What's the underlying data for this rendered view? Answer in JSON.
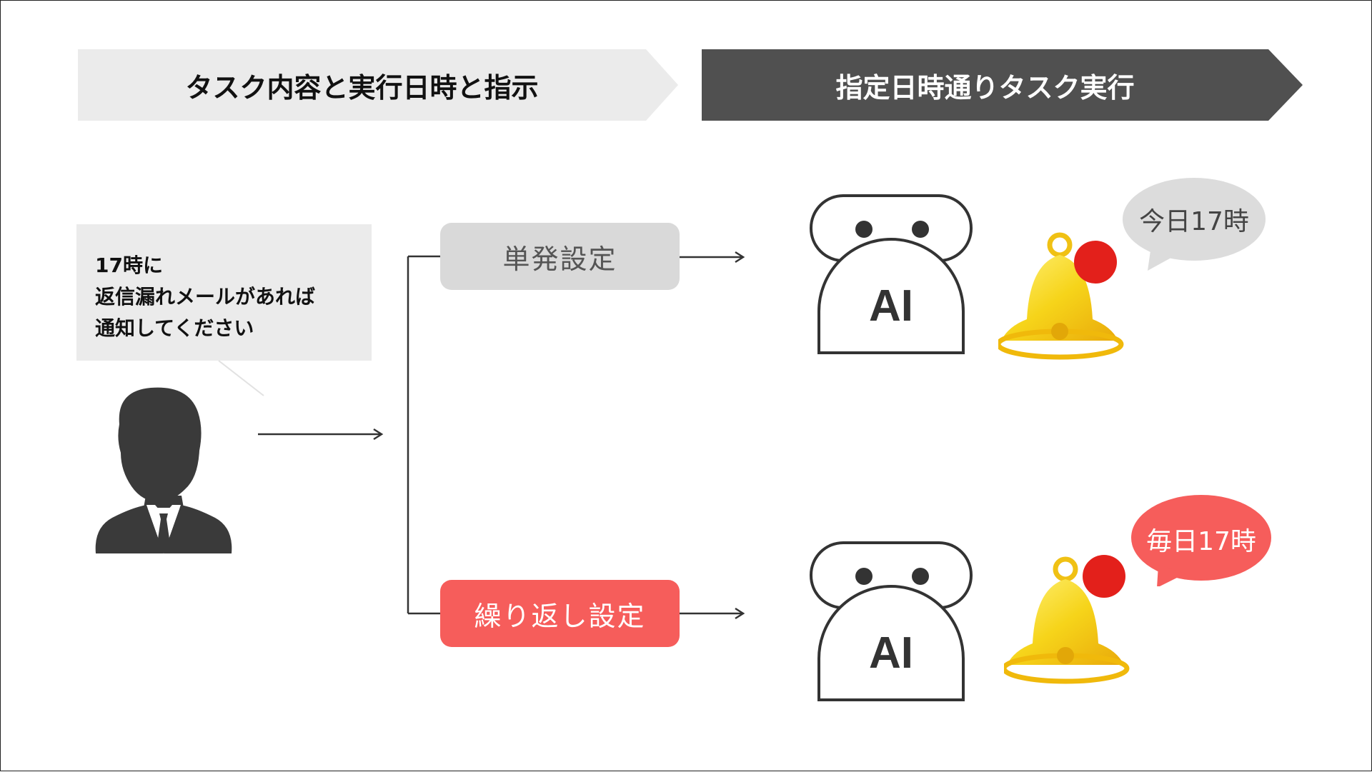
{
  "header": {
    "step1_label": "タスク内容と実行日時と指示",
    "step2_label": "指定日時通りタスク実行"
  },
  "request": {
    "lines": [
      "17時に",
      "返信漏れメールがあれば",
      "通知してください"
    ]
  },
  "options": {
    "single_label": "単発設定",
    "repeat_label": "繰り返し設定"
  },
  "robots": [
    {
      "label": "AI",
      "schedule_label": "今日17時"
    },
    {
      "label": "AI",
      "schedule_label": "毎日17時"
    }
  ],
  "colors": {
    "step1_bg": "#ebebeb",
    "step2_bg": "#505050",
    "single_bg": "#d9d9d9",
    "repeat_bg": "#f65d5b",
    "bell_yellow": "#f6c90e",
    "notification_red": "#e3201b",
    "speech_gray": "#dcdcdc",
    "speech_red": "#f65d5b"
  },
  "icons": [
    "person-icon",
    "robot-icon",
    "bell-icon",
    "notification-dot-icon",
    "arrow-icon"
  ]
}
